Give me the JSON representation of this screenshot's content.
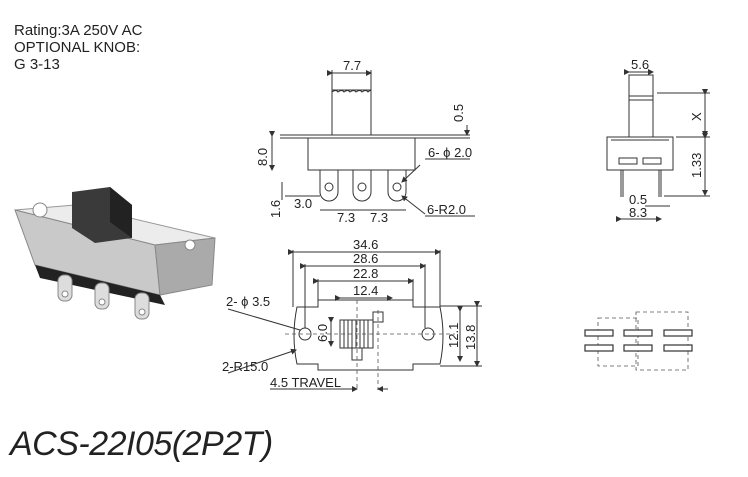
{
  "specs": {
    "rating": "Rating:3A 250V AC",
    "knob_label": "OPTIONAL KNOB:",
    "knob_value": "G 3-13"
  },
  "model": "ACS-22I05(2P2T)",
  "front_view": {
    "knob_width": "7.7",
    "flange_thickness": "0.5",
    "body_height": "8.0",
    "hole_dia": "6- ϕ 2.0",
    "terminal_radius": "6-R2.0",
    "terminal_offset": "1.6",
    "terminal_edge": "3.0",
    "pitch_1": "7.3",
    "pitch_2": "7.3"
  },
  "bottom_view": {
    "overall_length": "34.6",
    "mount_hole_spacing": "28.6",
    "body_length": "22.8",
    "slider_length": "12.4",
    "slider_width": "6.0",
    "body_width": "12.1",
    "overall_width": "13.8",
    "mount_hole_dia": "2- ϕ 3.5",
    "end_radius": "2-R15.0",
    "travel": "4.5 TRAVEL"
  },
  "side_view": {
    "knob_width": "5.6",
    "knob_height": "X",
    "body_height": "1.33",
    "pin_thickness": "0.5",
    "pin_spacing": "8.3"
  }
}
